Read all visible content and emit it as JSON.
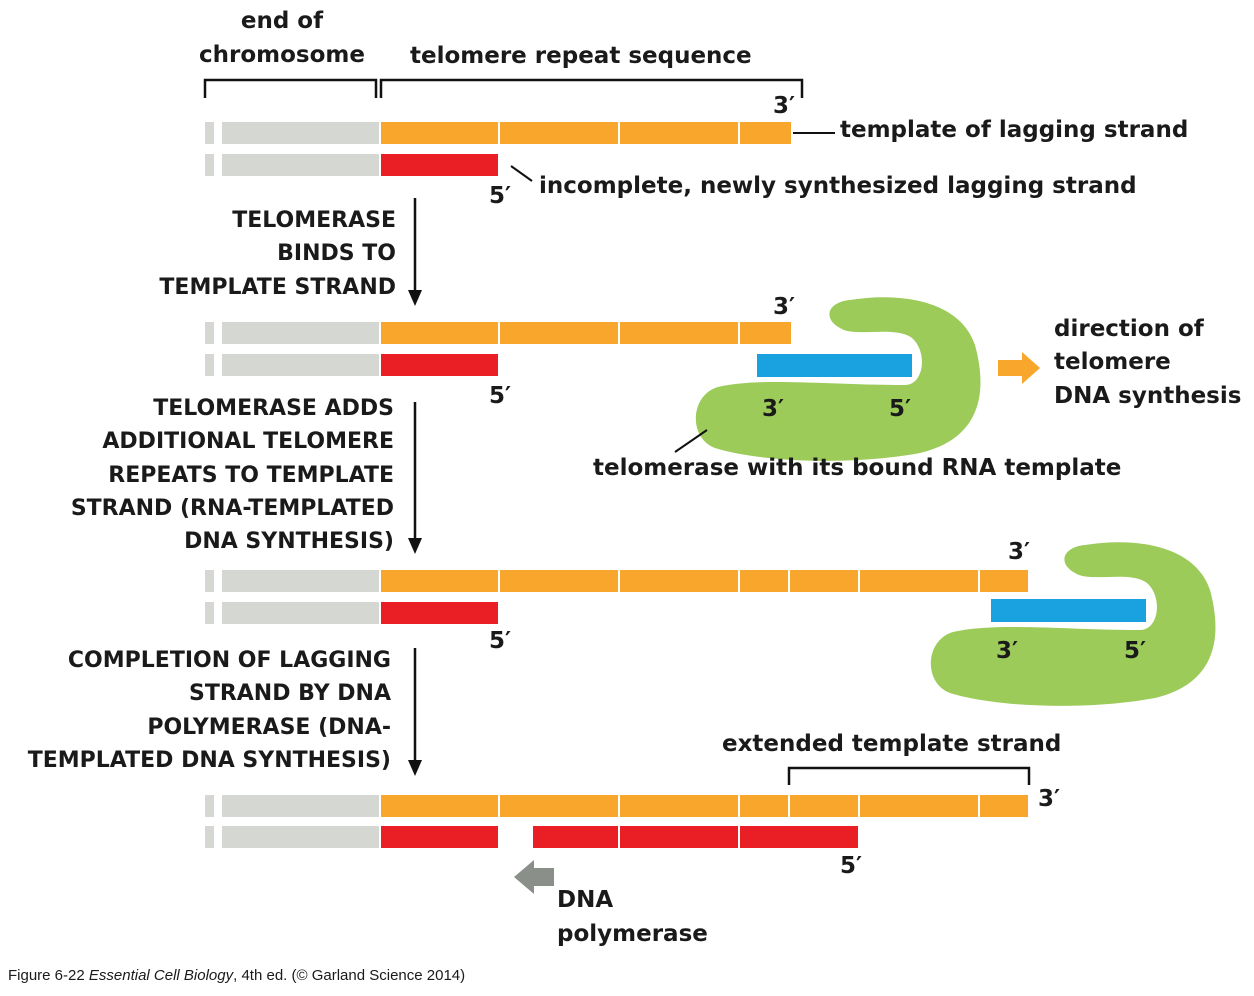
{
  "labels": {
    "end_of_chromosome": [
      "end of",
      "chromosome"
    ],
    "telomere_repeat_sequence": "telomere repeat sequence",
    "template_of_lagging_strand": "template of lagging strand",
    "incomplete_lagging_strand": "incomplete, newly synthesized lagging strand",
    "telomerase_with_rna": "telomerase with its bound RNA template",
    "direction_of_synthesis": [
      "direction of",
      "telomere",
      "DNA synthesis"
    ],
    "extended_template_strand": "extended template strand",
    "dna_polymerase": [
      "DNA",
      "polymerase"
    ],
    "three_prime": "3′",
    "five_prime": "5′"
  },
  "steps": [
    {
      "lines": [
        "TELOMERASE",
        "BINDS TO",
        "TEMPLATE STRAND"
      ]
    },
    {
      "lines": [
        "TELOMERASE ADDS",
        "ADDITIONAL TELOMERE",
        "REPEATS TO TEMPLATE",
        "STRAND (RNA-TEMPLATED",
        "DNA SYNTHESIS)"
      ]
    },
    {
      "lines": [
        "COMPLETION OF LAGGING",
        "STRAND BY DNA",
        "POLYMERASE (DNA-",
        "TEMPLATED DNA SYNTHESIS)"
      ]
    }
  ],
  "caption": {
    "prefix": "Figure 6-22  ",
    "book": "Essential Cell Biology",
    "suffix": ", 4th ed. (© Garland Science 2014)"
  },
  "colors": {
    "chromosome_gray": "#d5d7d3",
    "telomere_orange": "#f8a62c",
    "lagging_red": "#ea1f25",
    "rna_blue": "#1aa2e0",
    "telomerase_green": "#9ccb5a",
    "arrow_orange": "#f8a62c",
    "polymerase_arrow_gray": "#8a8f8a",
    "line_black": "#111111"
  }
}
